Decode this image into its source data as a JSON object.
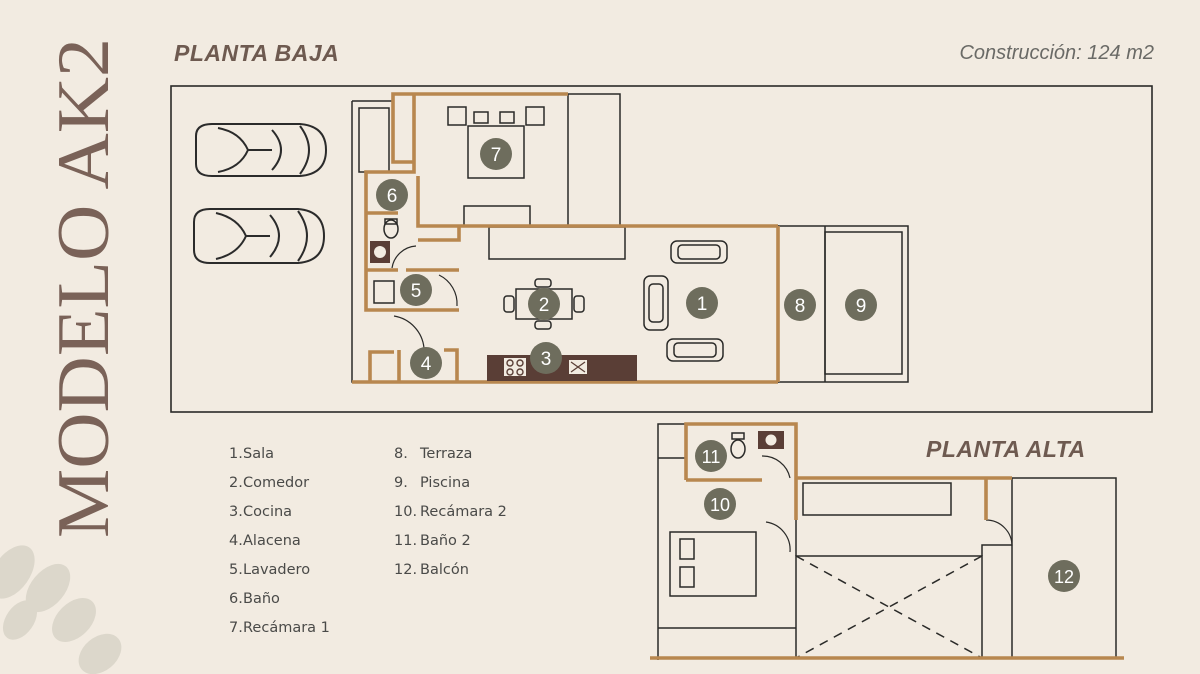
{
  "title": "MODELO AK2",
  "ground_floor": {
    "heading": "PLANTA BAJA"
  },
  "upper_floor": {
    "heading": "PLANTA ALTA"
  },
  "construction_area": "Construcción: 124 m2",
  "rooms": [
    {
      "number": "1",
      "name": "Sala"
    },
    {
      "number": "2",
      "name": "Comedor"
    },
    {
      "number": "3",
      "name": "Cocina"
    },
    {
      "number": "4",
      "name": "Alacena"
    },
    {
      "number": "5",
      "name": "Lavadero"
    },
    {
      "number": "6",
      "name": "Baño"
    },
    {
      "number": "7",
      "name": "Recámara 1"
    },
    {
      "number": "8",
      "name": "Terraza"
    },
    {
      "number": "9",
      "name": "Piscina"
    },
    {
      "number": "10",
      "name": "Recámara 2"
    },
    {
      "number": "11",
      "name": "Baño 2"
    },
    {
      "number": "12",
      "name": "Balcón"
    }
  ],
  "legend_left_prefix": [
    "1.",
    "2.",
    "3.",
    "4.",
    "5.",
    "6.",
    "7."
  ],
  "legend_right_prefix": [
    "8.",
    "9.",
    "10.",
    "11.",
    "12."
  ],
  "colors": {
    "background": "#f2ebe1",
    "wall_accent": "#b8874f",
    "marker": "#6e6d5d",
    "heading": "#6e5a50"
  }
}
